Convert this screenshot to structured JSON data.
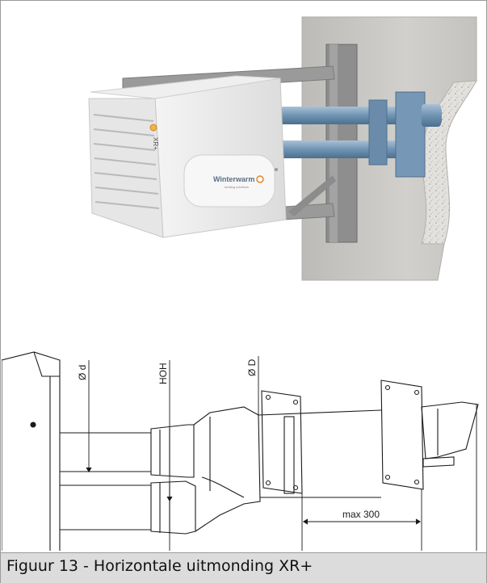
{
  "figure": {
    "caption": "Figuur 13 - Horizontale uitmonding XR+"
  },
  "photo": {
    "brand_text": "Winterwarm",
    "brand_subtext": "heating solutions",
    "model_text": "XR+"
  },
  "drawing": {
    "labels": {
      "small_diameter": "Ø d",
      "center_distance": "HOH",
      "large_diameter": "Ø D",
      "max_length": "max 300"
    }
  },
  "colors": {
    "pipe_blue": "#6f93b3",
    "wall_grey": "#c9c7c3",
    "caption_bg": "#dcdcdc"
  }
}
